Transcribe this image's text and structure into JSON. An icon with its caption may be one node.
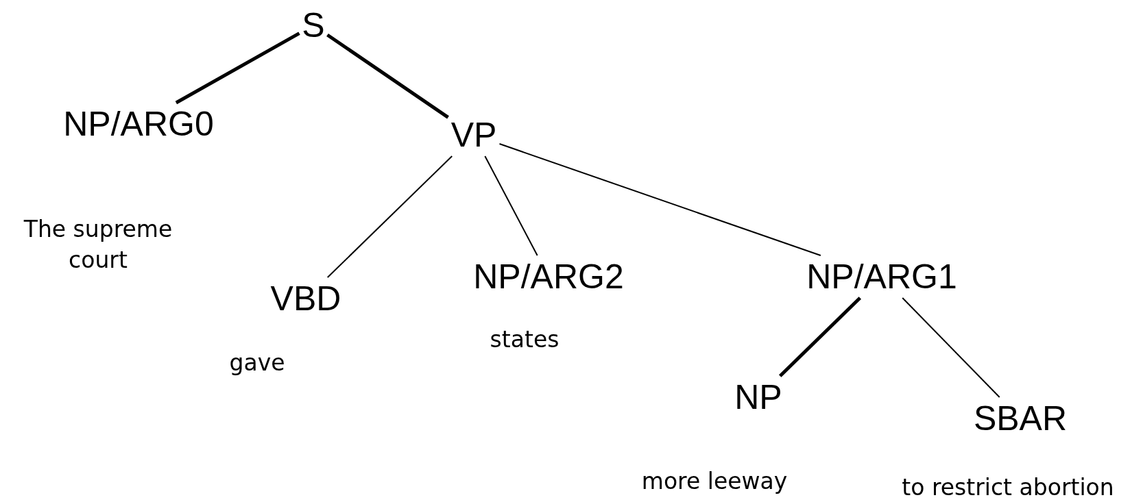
{
  "diagram": {
    "nodes": [
      {
        "text": [
          "S"
        ]
      },
      {
        "text": [
          "NP/ARG0"
        ],
        "beside": [
          "The supreme court"
        ]
      },
      {
        "text": [
          "VP"
        ]
      },
      {
        "text": [
          "VBD"
        ],
        "beside": [
          "gave"
        ]
      },
      {
        "text": [
          "NP/ARG2"
        ],
        "beside": [
          "states"
        ]
      },
      {
        "text": [
          "NP/ARG1"
        ]
      },
      {
        "text": [
          "NP"
        ],
        "beside": [
          "more leeway"
        ]
      },
      {
        "text": [
          "SBAR"
        ],
        "beside": [
          "to restrict abortion"
        ]
      }
    ],
    "edges": [
      {
        "from": 0,
        "to": 1,
        "arrow": "none",
        "style": "thick"
      },
      {
        "from": 0,
        "to": 2,
        "arrow": "none",
        "style": "thick"
      },
      {
        "from": 2,
        "to": 3,
        "arrow": "none"
      },
      {
        "from": 2,
        "to": 4,
        "arrow": "none"
      },
      {
        "from": 2,
        "to": 5,
        "arrow": "none"
      },
      {
        "from": 5,
        "to": 6,
        "arrow": "none",
        "style": "thick"
      },
      {
        "from": 5,
        "to": 7,
        "arrow": "none"
      }
    ]
  }
}
